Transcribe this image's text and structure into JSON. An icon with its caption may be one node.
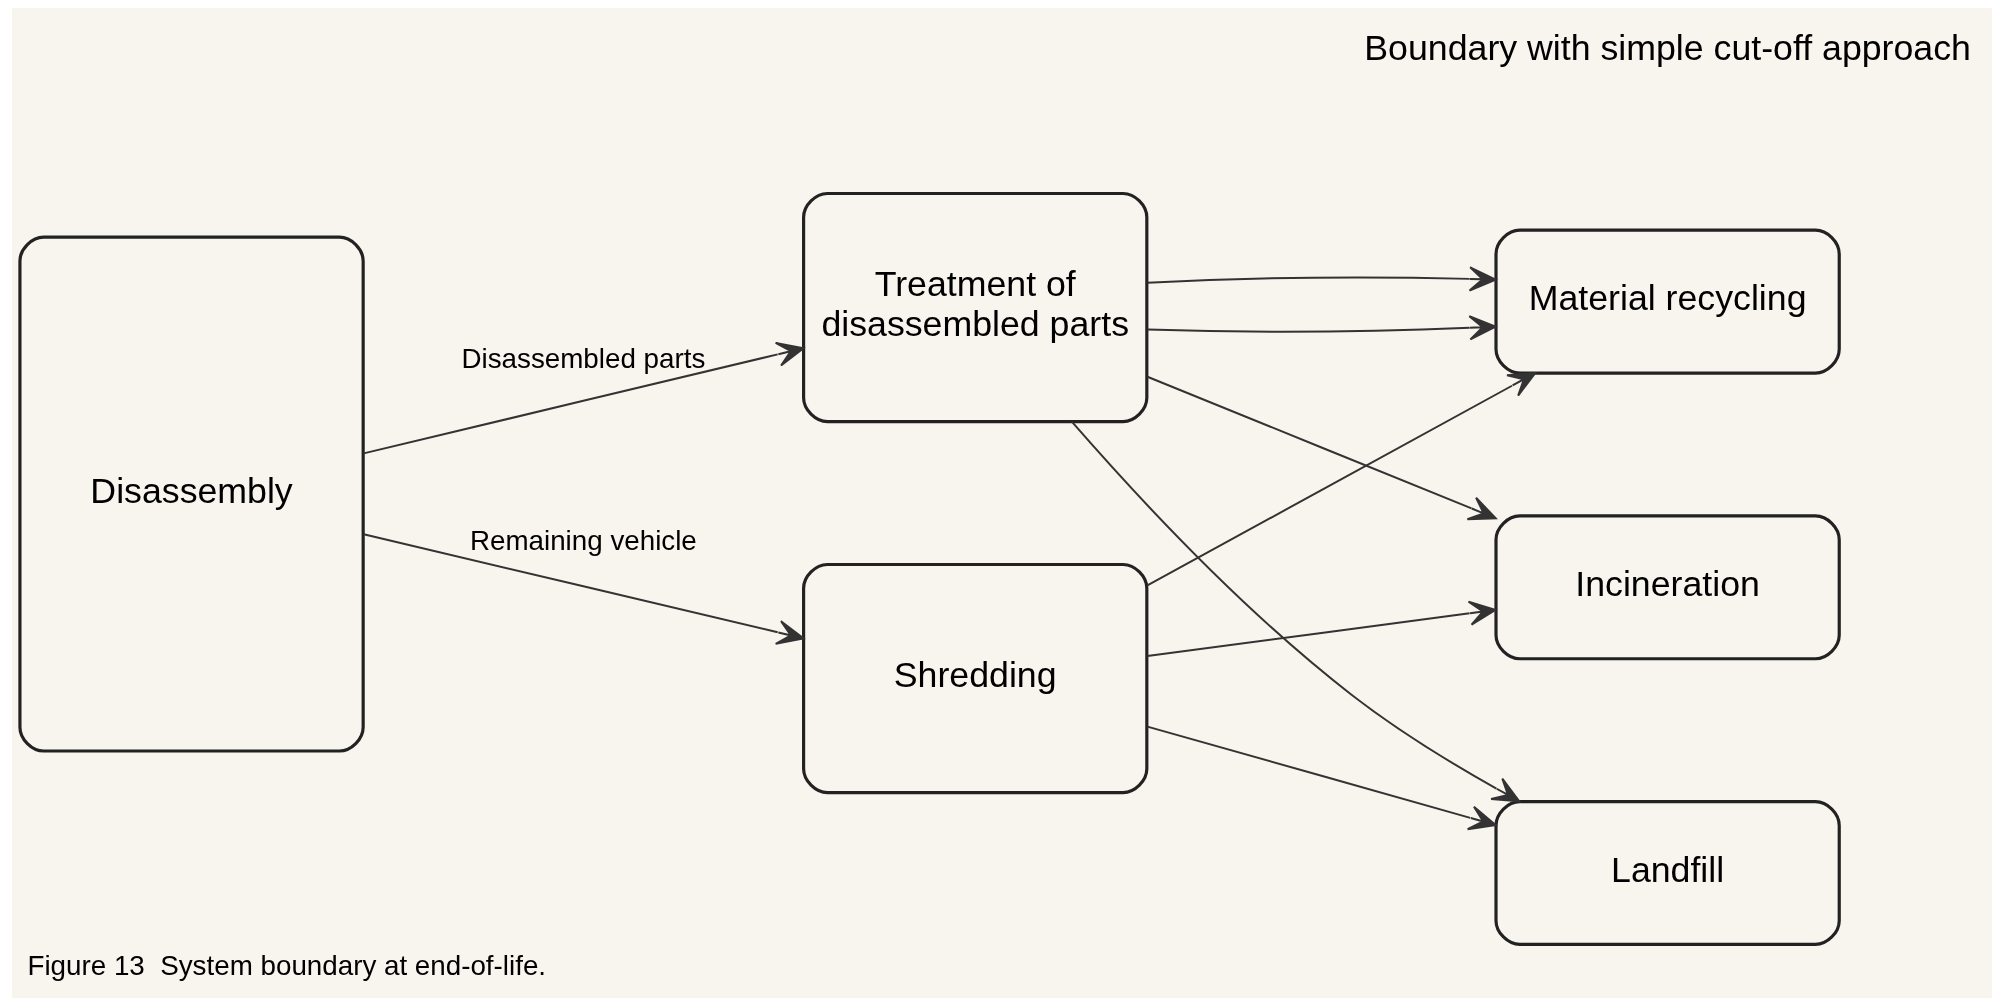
{
  "diagram": {
    "caption": "Figure 13  System boundary at end-of-life.",
    "nodes": [
      {
        "text": [
          "Disassembly"
        ]
      },
      {
        "text": [
          "Treatment of disassembled parts"
        ]
      },
      {
        "text": [
          "Shredding"
        ]
      },
      {
        "text": [
          "Material recycling"
        ]
      },
      {
        "text": [
          "Incineration"
        ]
      },
      {
        "text": [
          "Landfill"
        ]
      }
    ],
    "edges": [
      {
        "from": 0,
        "to": 1,
        "arrow": "to",
        "label": "Disassembled parts"
      },
      {
        "from": 0,
        "to": 2,
        "arrow": "to",
        "label": "Remaining vehicle"
      },
      {
        "from": 1,
        "to": 3,
        "arrow": "to"
      },
      {
        "from": 1,
        "to": 3,
        "arrow": "to"
      },
      {
        "from": 1,
        "to": 4,
        "arrow": "to"
      },
      {
        "from": 1,
        "to": 5,
        "arrow": "to"
      },
      {
        "from": 2,
        "to": 3,
        "arrow": "to"
      },
      {
        "from": 2,
        "to": 4,
        "arrow": "to"
      },
      {
        "from": 2,
        "to": 5,
        "arrow": "to"
      }
    ],
    "labels": [
      "Boundary with simple cut-off approach"
    ]
  }
}
